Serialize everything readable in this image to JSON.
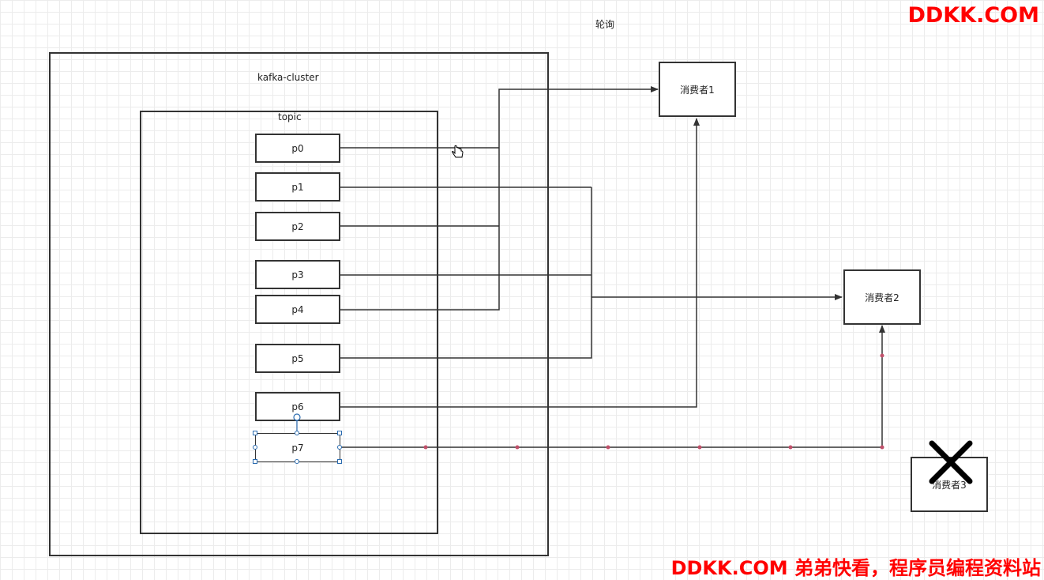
{
  "title": "轮询",
  "cluster_label": "kafka-cluster",
  "topic_label": "topic",
  "partitions": [
    "p0",
    "p1",
    "p2",
    "p3",
    "p4",
    "p5",
    "p6",
    "p7"
  ],
  "consumers": {
    "c1": "消费者1",
    "c2": "消费者2",
    "c3": "消费者3"
  },
  "watermark_top": "DDKK.COM",
  "watermark_bottom": "DDKK.COM 弟弟快看，程序员编程资料站",
  "colors": {
    "line": "#333333",
    "watermark": "#ff0000",
    "selection": "#2b6cb0",
    "connection_dot": "#c0506a"
  }
}
